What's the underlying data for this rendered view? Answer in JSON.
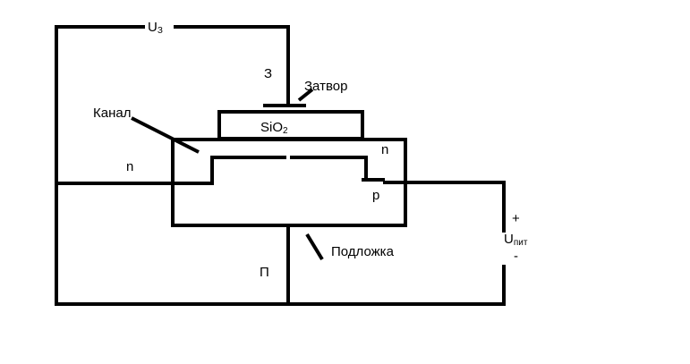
{
  "labels": {
    "gate_voltage_main": "U",
    "gate_voltage_sub": "З",
    "gate_terminal": "З",
    "gate_name": "Затвор",
    "oxide_main": "SiO",
    "oxide_sub": "2",
    "channel_name": "Канал",
    "source_region": "n",
    "drain_region": "n",
    "p_region": "p",
    "plus_sign": "+",
    "supply_voltage_main": "U",
    "supply_voltage_sub": "пит",
    "minus_sign": "-",
    "substrate_name": "Подложка",
    "substrate_terminal": "П"
  }
}
